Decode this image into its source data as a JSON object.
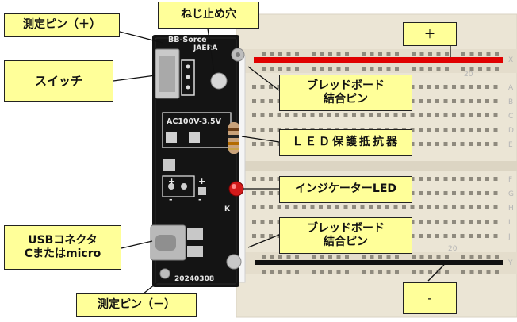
{
  "callouts": {
    "test_pin_plus": "測定ピン（＋）",
    "screw_hole": "ねじ止め穴",
    "switch": "スイッチ",
    "bb_join_top": "ブレッドボード\n結合ピン",
    "led_resistor": "ＬＥＤ保護抵抗器",
    "indicator_led": "インジケーターLED",
    "bb_join_bottom": "ブレッドボード\n結合ピン",
    "usb_connector": "USBコネクタ\nCまたはmicro",
    "test_pin_minus": "測定ピン（－）",
    "rail_plus": "＋",
    "rail_minus": "-"
  },
  "board": {
    "name": "BB-Sorce",
    "maker": "JAERA",
    "spec": "AC100V-3.5V",
    "date": "20240308",
    "plus_mark_1": "+",
    "plus_mark_2": "+",
    "minus_mark_1": "-",
    "minus_mark_2": "-",
    "led_mark": "K"
  },
  "breadboard": {
    "col_label_top": "20",
    "col_label_bottom": "20",
    "row_letters_top": [
      "X",
      "A",
      "B",
      "C",
      "D",
      "E"
    ],
    "row_letters_bottom": [
      "F",
      "G",
      "H",
      "I",
      "J",
      "Y"
    ]
  },
  "colors": {
    "callout_fill": "#ffff99",
    "plus_rail": "#e00000",
    "minus_rail": "#111111",
    "pcb": "#141414",
    "breadboard": "#ece6d6"
  }
}
